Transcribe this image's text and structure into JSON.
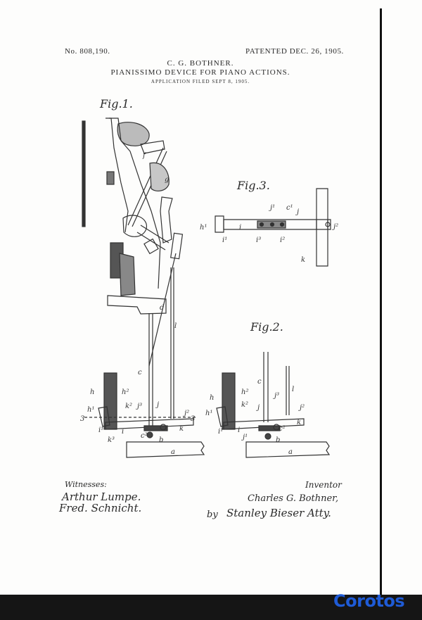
{
  "header": {
    "patent_number": "No. 808,190.",
    "patent_date": "PATENTED DEC. 26, 1905.",
    "inventor": "C. G. BOTHNER.",
    "title": "PIANISSIMO DEVICE FOR PIANO ACTIONS.",
    "application": "APPLICATION FILED SEPT 8, 1905."
  },
  "figures": {
    "fig1": "Fig.1.",
    "fig2": "Fig.2.",
    "fig3": "Fig.3."
  },
  "signatures": {
    "witnesses_label": "Witnesses:",
    "witness1": "Arthur Lumpe.",
    "witness2": "Fred. Schnicht.",
    "inventor_label": "Inventor",
    "inventor_name": "Charles G. Bothner,",
    "by": "by",
    "attorney": "Stanley Bieser Atty."
  },
  "logo": {
    "text": "Corotos",
    "color": "#1f5bd6"
  },
  "reference_letters": {
    "fig1": [
      "f",
      "g",
      "l",
      "d",
      "c",
      "h",
      "h²",
      "h¹",
      "k²",
      "j³",
      "j",
      "j²",
      "k",
      "3",
      "3",
      "i¹",
      "c²",
      "i",
      "k³",
      "b",
      "a"
    ],
    "fig2": [
      "c",
      "l",
      "h",
      "h²",
      "h¹",
      "k²",
      "j",
      "j³",
      "j²",
      "k",
      "i¹",
      "i",
      "j¹",
      "c²",
      "b",
      "a"
    ],
    "fig3": [
      "h¹",
      "i",
      "j¹",
      "c¹",
      "j",
      "j²",
      "i¹",
      "i³",
      "i²",
      "k"
    ]
  }
}
